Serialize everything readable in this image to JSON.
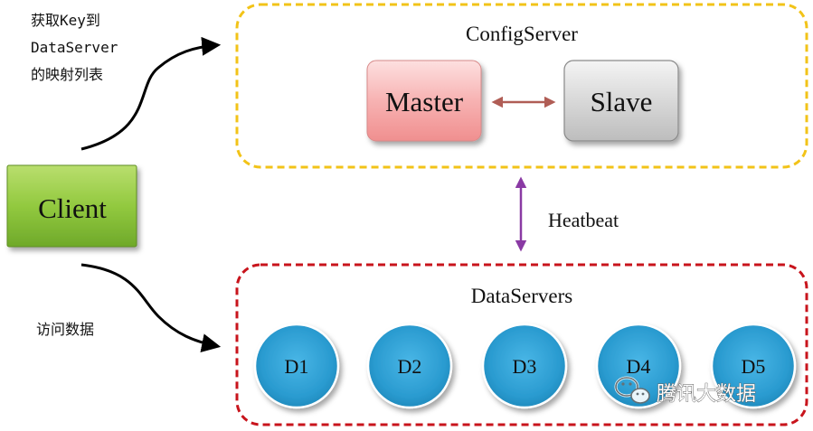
{
  "config_group": {
    "title": "ConfigServer",
    "border_color": "#f2c318",
    "master": {
      "label": "Master",
      "fill": "#f7aeae"
    },
    "slave": {
      "label": "Slave",
      "fill": "#d6d6d6"
    },
    "link_color": "#b05d55"
  },
  "client": {
    "label": "Client",
    "fill": "#8dc43c"
  },
  "heartbeat": {
    "label": "Heatbeat",
    "color": "#8a3aa4"
  },
  "annotations": {
    "get_mapping": [
      "获取Key到",
      "DataServer",
      "的映射列表"
    ],
    "access_data": "访问数据"
  },
  "data_group": {
    "title": "DataServers",
    "border_color": "#c8141c",
    "nodes": [
      {
        "label": "D1"
      },
      {
        "label": "D2"
      },
      {
        "label": "D3"
      },
      {
        "label": "D4"
      },
      {
        "label": "D5"
      }
    ],
    "node_fill": "#2e9ccf"
  },
  "watermark": {
    "text": "腾讯大数据",
    "icon": "wechat-icon"
  }
}
